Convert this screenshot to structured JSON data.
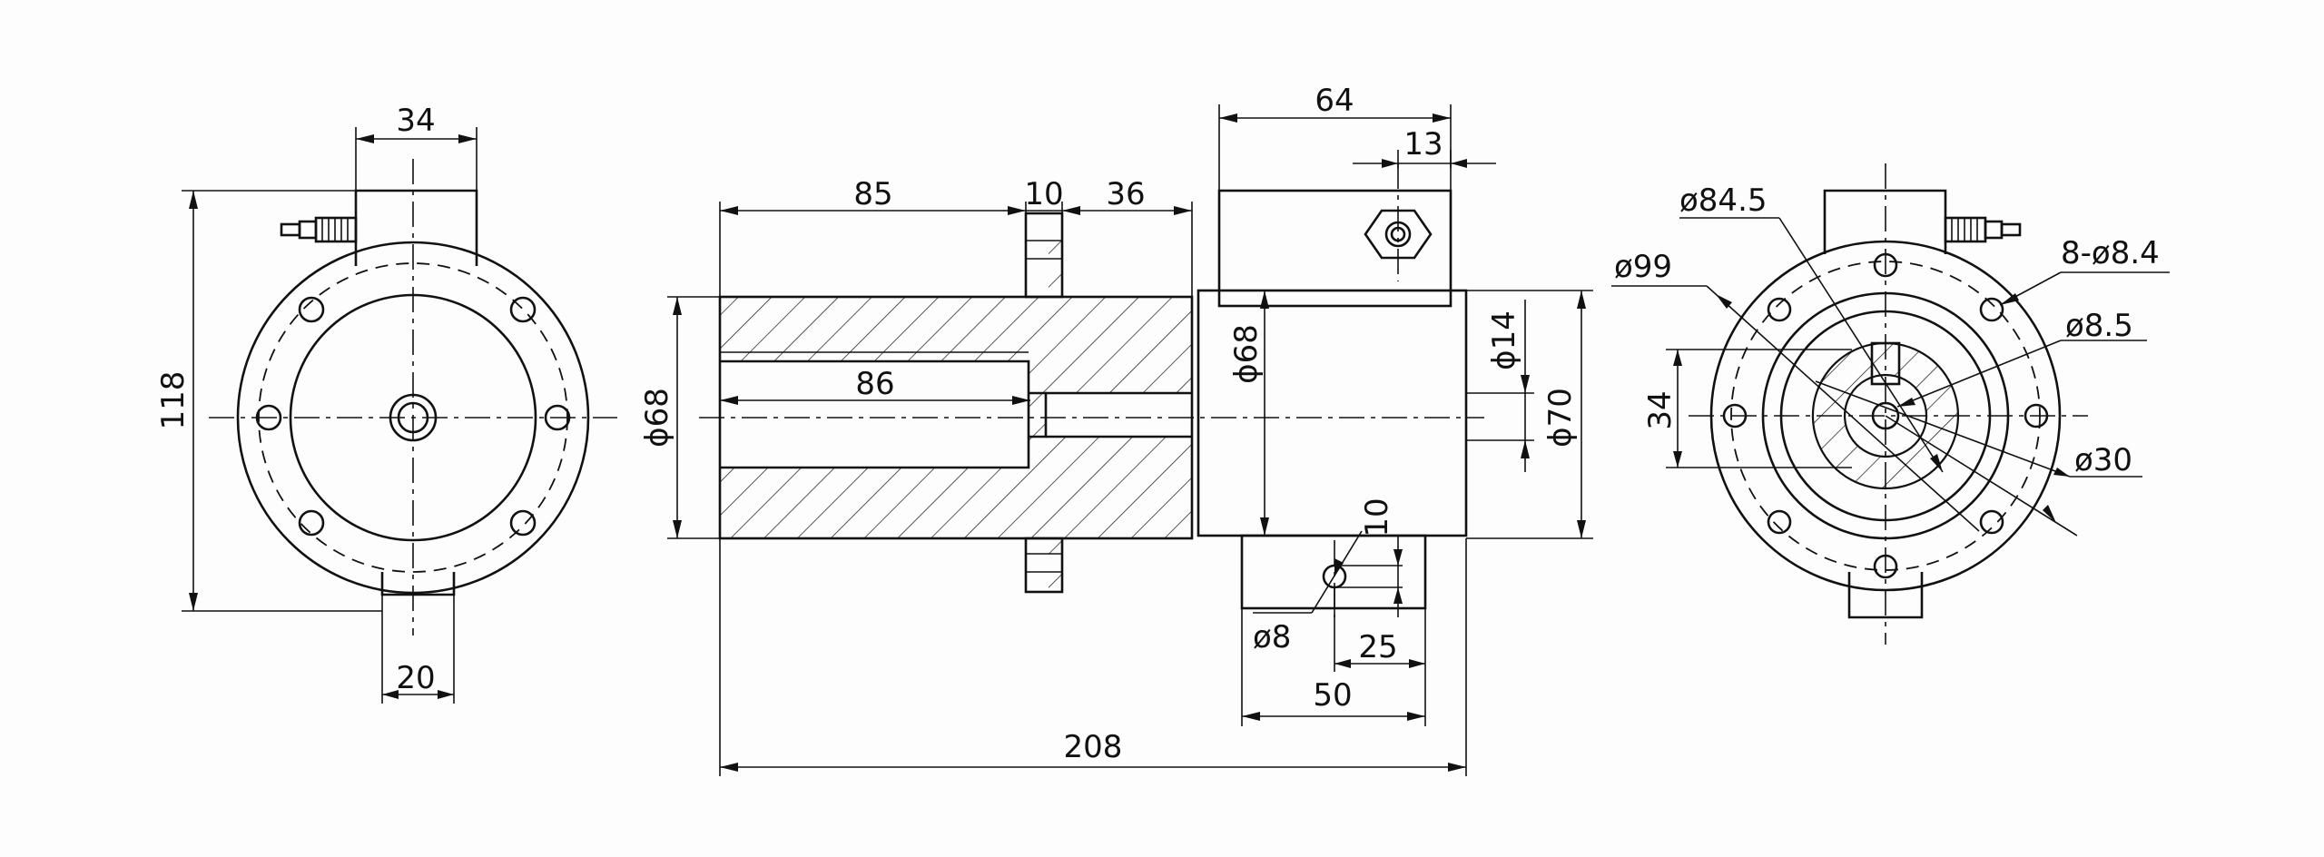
{
  "drawing": {
    "left_view": {
      "width_top": "34",
      "height": "118",
      "width_bottom": "20"
    },
    "section_view": {
      "length_85": "85",
      "length_10": "10",
      "length_36": "36",
      "length_86": "86",
      "dia_left": "ϕ68",
      "dia_inner": "ϕ68",
      "dia_shaft": "ϕ14",
      "dia_right": "ϕ70",
      "total_length": "208",
      "box_width": "64",
      "box_offset": "13",
      "pin_dia": "ø8",
      "pin_height": "10",
      "pin_offset": "25",
      "lower_box_width": "50"
    },
    "right_view": {
      "dia_84_5": "ø84.5",
      "dia_99": "ø99",
      "holes": "8-ø8.4",
      "dia_8_5": "ø8.5",
      "height_34": "34",
      "dia_30": "ø30"
    }
  }
}
